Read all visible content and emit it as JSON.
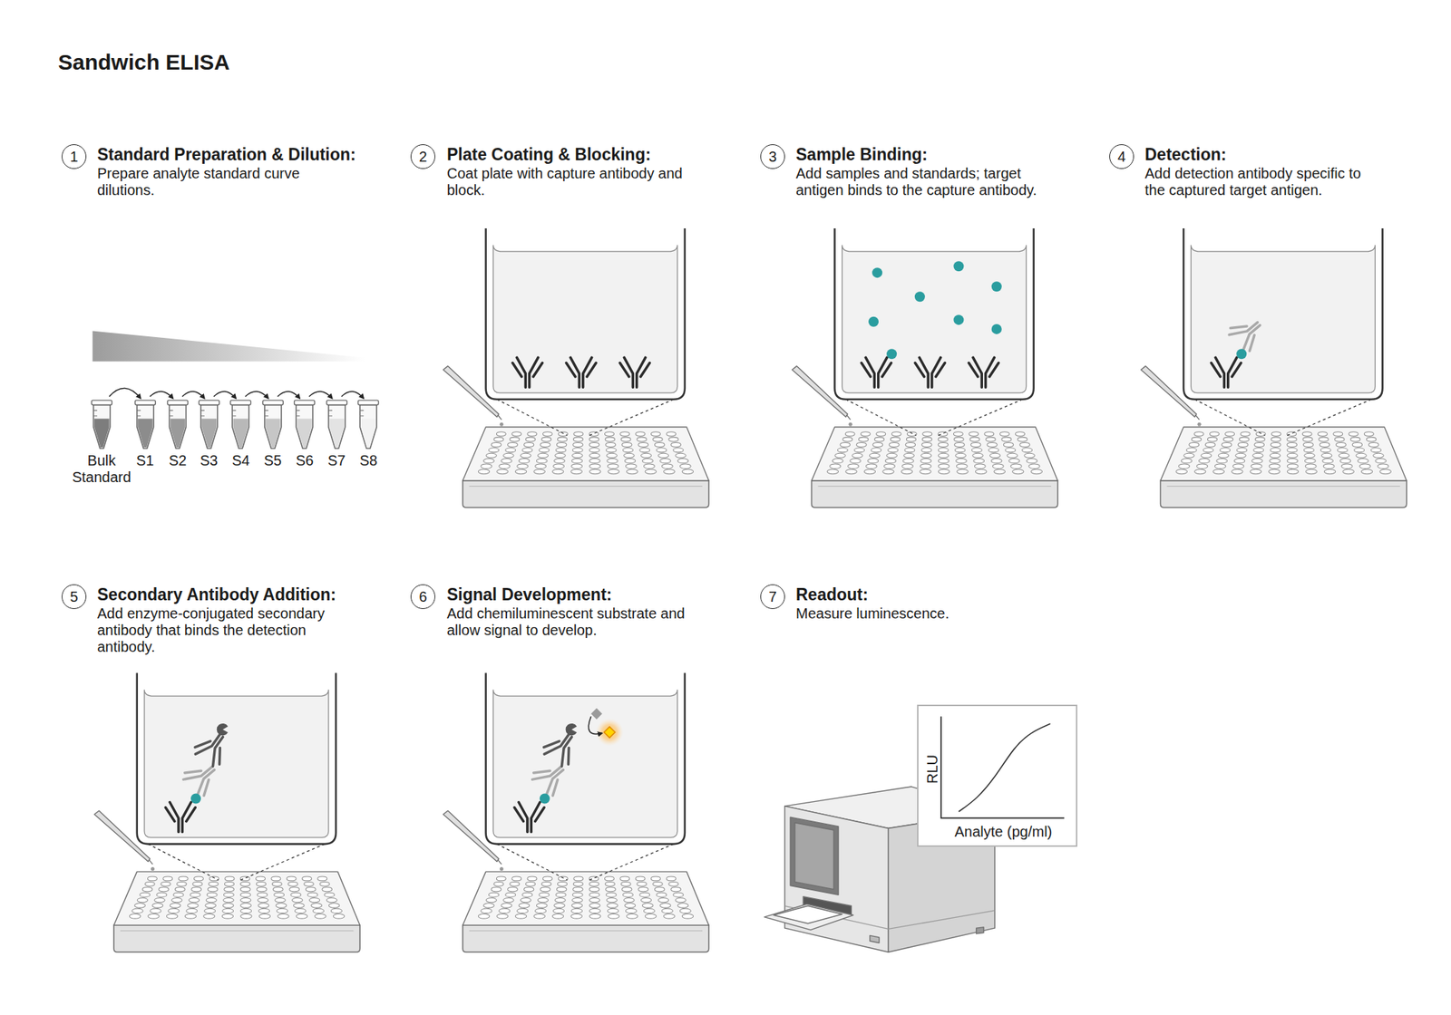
{
  "diagram": {
    "title": "Sandwich ELISA",
    "nodes": [
      {
        "text": [
          "1"
        ]
      },
      {
        "text": [
          "2"
        ]
      },
      {
        "text": [
          "3"
        ]
      },
      {
        "text": [
          "4"
        ]
      },
      {
        "text": [
          "5"
        ]
      },
      {
        "text": [
          "6"
        ]
      },
      {
        "text": [
          "7"
        ]
      },
      {
        "text": [
          "RLU",
          "Analyte (pg/ml)"
        ]
      }
    ],
    "labels": [
      "Standard Preparation & Dilution:",
      "Prepare analyte standard curve dilutions.",
      "Bulk Standard",
      "S1",
      "S2",
      "S3",
      "S4",
      "S5",
      "S6",
      "S7",
      "S8",
      "Plate Coating & Blocking:",
      "Coat plate with capture antibody and block.",
      "Sample Binding:",
      "Add samples and standards; target antigen binds to the capture antibody.",
      "Detection:",
      "Add detection antibody specific to the captured target antigen.",
      "Secondary Antibody Addition:",
      "Add enzyme-conjugated secondary antibody that binds the detection antibody.",
      "Signal Development:",
      "Add chemiluminescent substrate and allow signal to develop.",
      "Readout:",
      "Measure luminescence."
    ]
  }
}
